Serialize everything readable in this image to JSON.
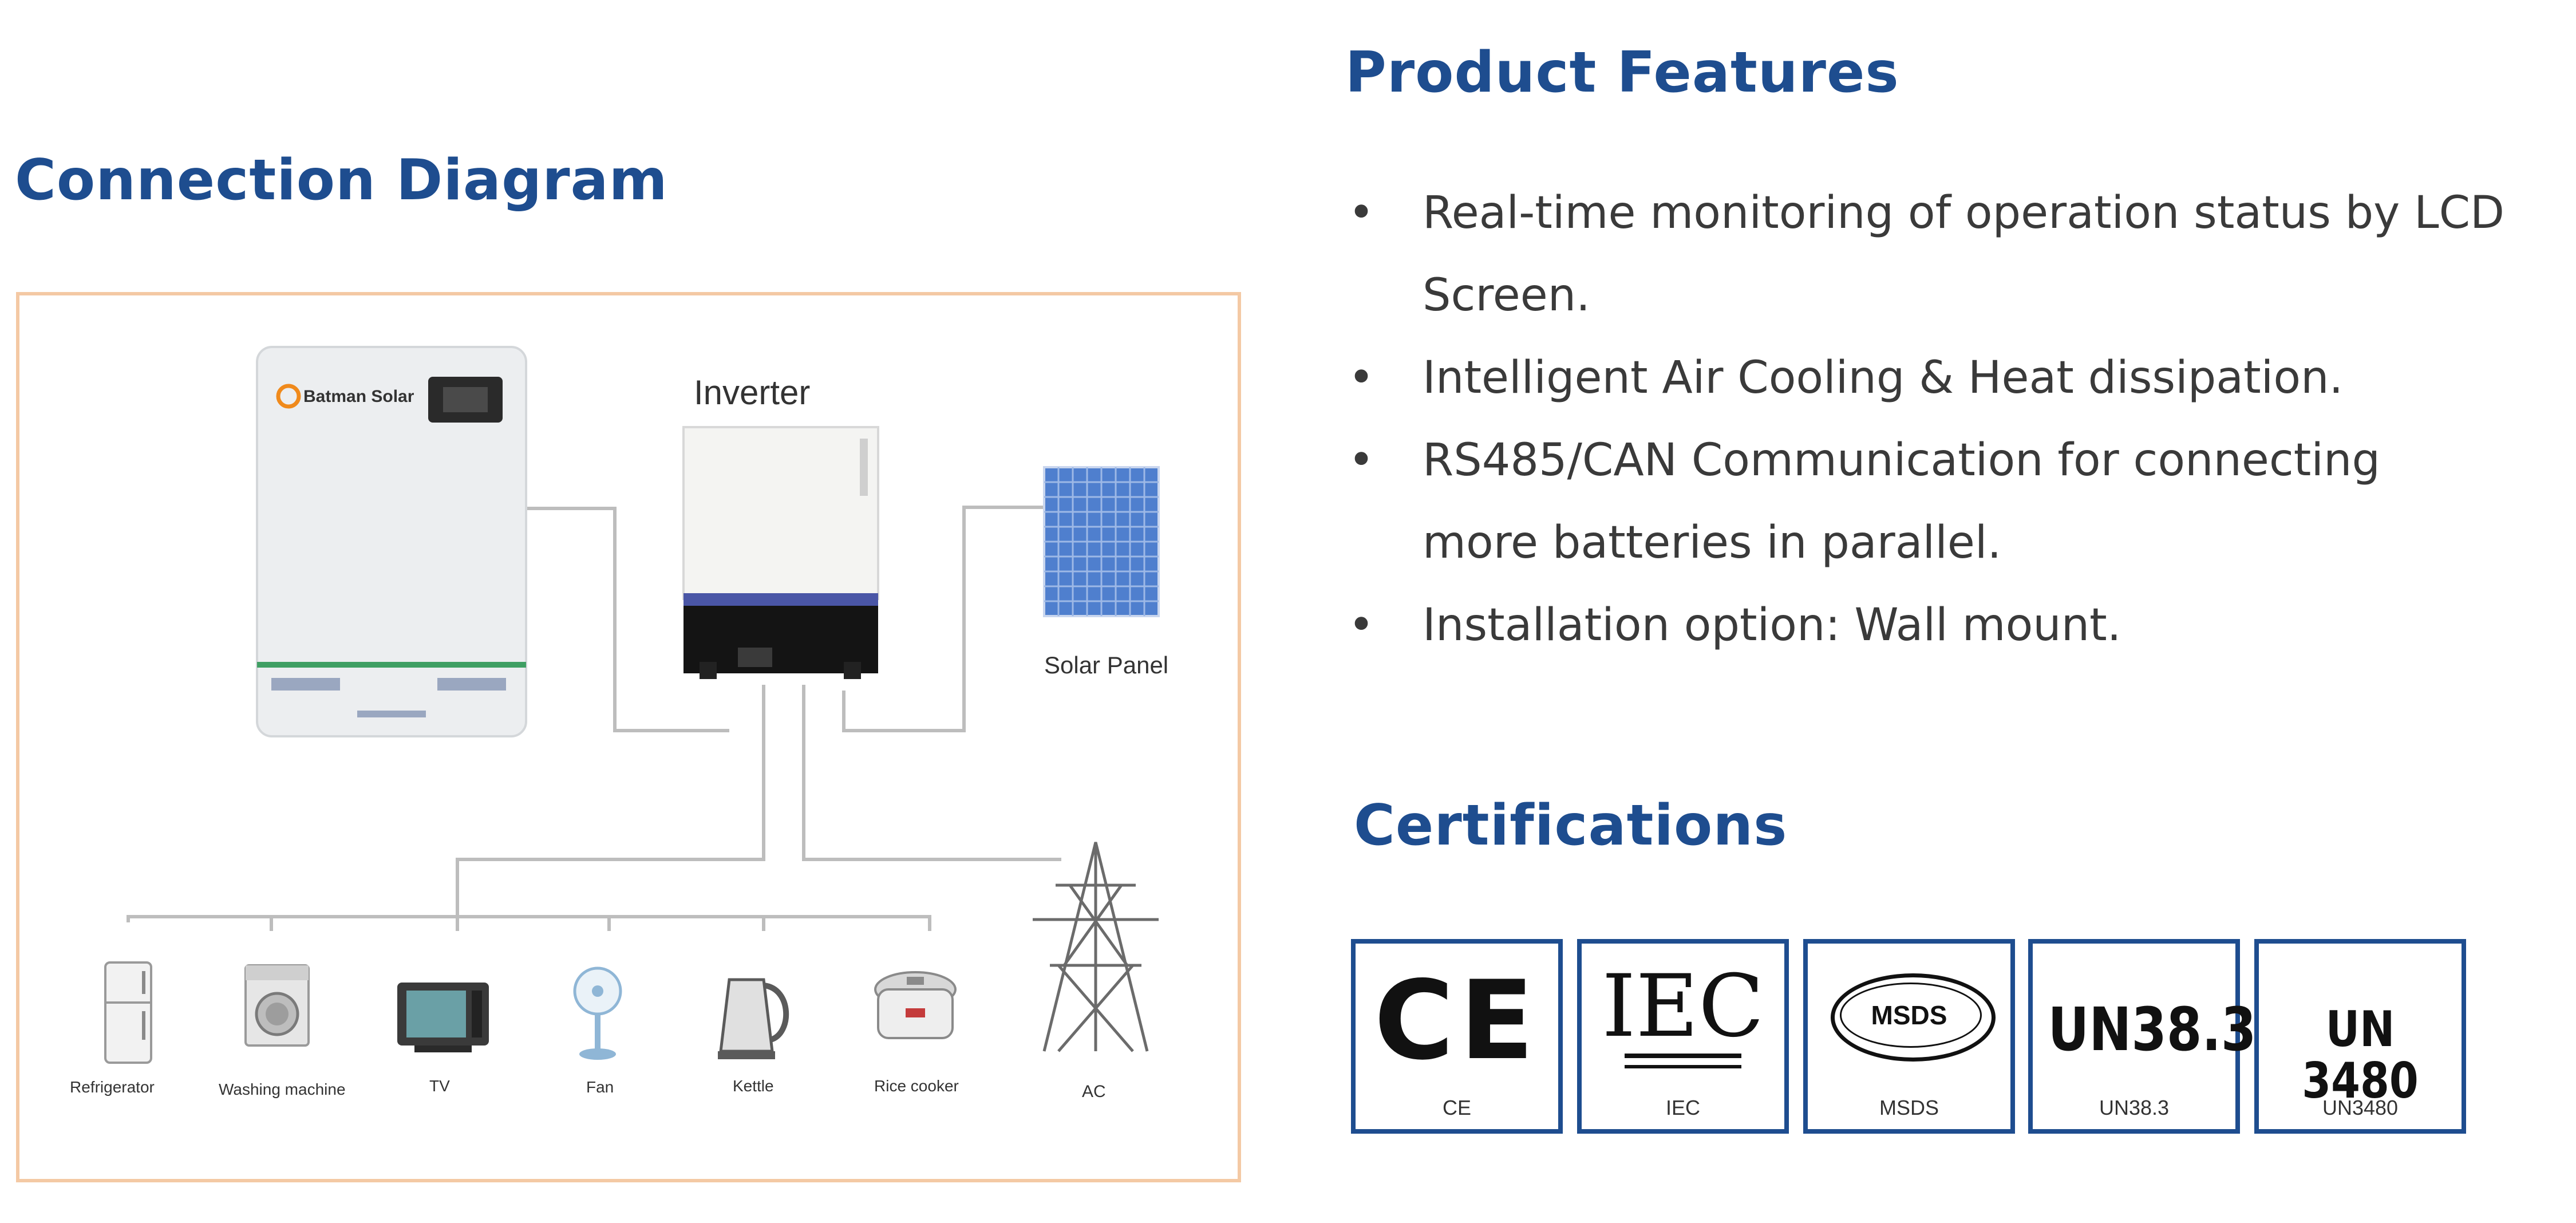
{
  "diagram": {
    "title": "Connection Diagram",
    "battery_brand": "Batman Solar",
    "labels": {
      "inverter": "Inverter",
      "solar_panel": "Solar Panel",
      "ac": "AC"
    },
    "appliances": [
      "Refrigerator",
      "Washing machine",
      "TV",
      "Fan",
      "Kettle",
      "Rice cooker"
    ]
  },
  "features": {
    "title": "Product Features",
    "items": [
      {
        "line1": "Real-time monitoring of operation status by LCD",
        "line2": "Screen."
      },
      {
        "line1": "Intelligent Air Cooling & Heat dissipation.",
        "line2": ""
      },
      {
        "line1": "RS485/CAN Communication for connecting",
        "line2": "more batteries in parallel."
      },
      {
        "line1": "Installation option: Wall mount.",
        "line2": ""
      }
    ]
  },
  "certifications": {
    "title": "Certifications",
    "items": [
      {
        "mark": "CE",
        "caption": "CE"
      },
      {
        "mark": "IEC",
        "caption": "IEC"
      },
      {
        "mark": "MSDS",
        "caption": "MSDS"
      },
      {
        "mark": "UN38.3",
        "caption": "UN38.3"
      },
      {
        "mark": "UN 3480",
        "caption": "UN3480"
      }
    ]
  }
}
